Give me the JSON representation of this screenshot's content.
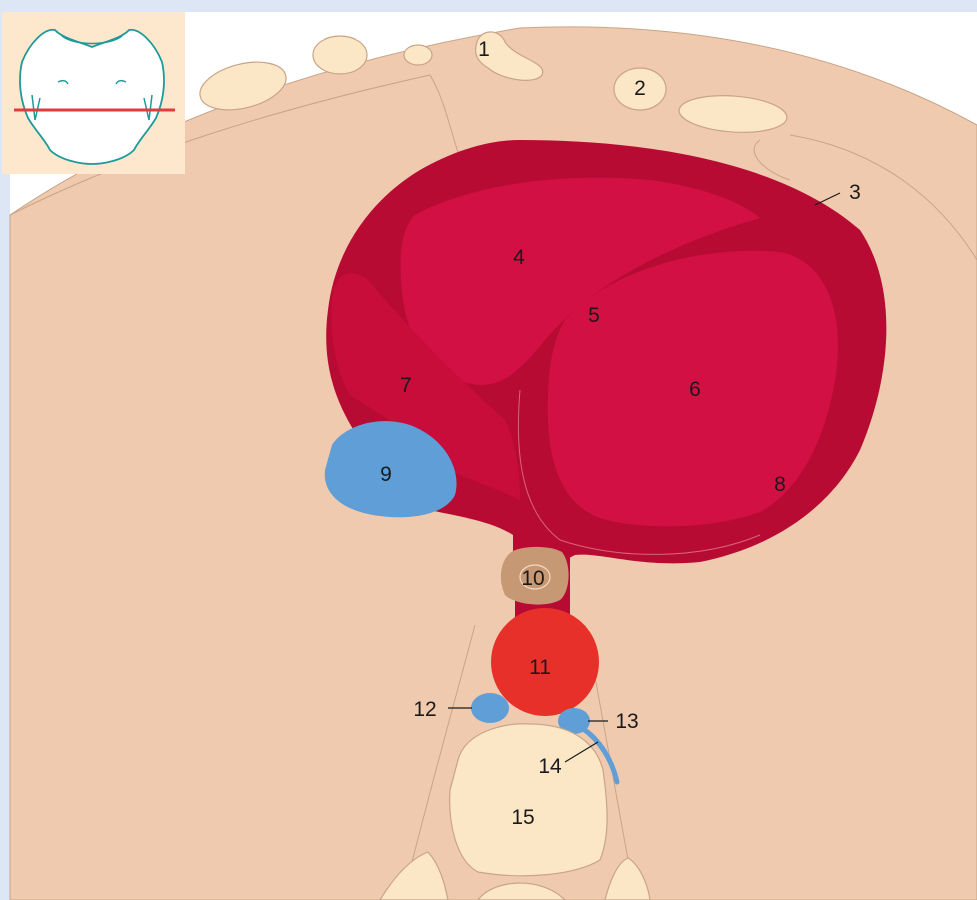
{
  "figure": {
    "labels": {
      "l1": "1",
      "l2": "2",
      "l3": "3",
      "l4": "4",
      "l5": "5",
      "l6": "6",
      "l7": "7",
      "l8": "8",
      "l9": "9",
      "l10": "10",
      "l11": "11",
      "l12": "12",
      "l13": "13",
      "l14": "14",
      "l15": "15"
    }
  },
  "colors": {
    "frame_border": "#dde6f4",
    "tissue": "#efcaae",
    "bone": "#fbe6c6",
    "outline": "#c9a487",
    "heart_outer": "#b80b33",
    "heart_chamber": "#d21044",
    "heart_alt": "#c80d3a",
    "vein": "#5f9ed6",
    "aorta": "#e8302a",
    "esophagus": "#c79874",
    "inset_bg": "#fde8cd",
    "inset_line": "#1f9a9a",
    "inset_marker": "#e33b3b"
  }
}
